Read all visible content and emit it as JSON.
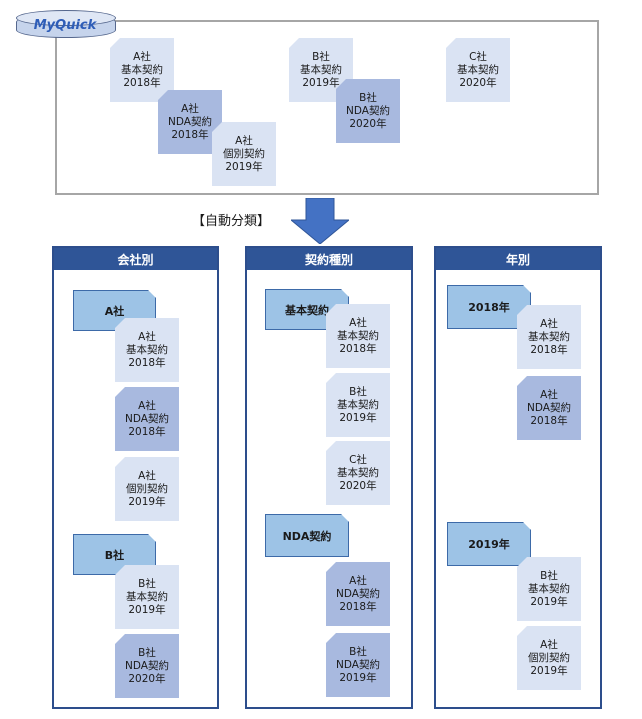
{
  "source": {
    "logo_text": "MyQuick",
    "documents": [
      {
        "lines": [
          "A社",
          "基本契約",
          "2018年"
        ],
        "tone": "light"
      },
      {
        "lines": [
          "A社",
          "NDA契約",
          "2018年"
        ],
        "tone": "dark"
      },
      {
        "lines": [
          "A社",
          "個別契約",
          "2019年"
        ],
        "tone": "light"
      },
      {
        "lines": [
          "B社",
          "基本契約",
          "2019年"
        ],
        "tone": "light"
      },
      {
        "lines": [
          "B社",
          "NDA契約",
          "2020年"
        ],
        "tone": "dark"
      },
      {
        "lines": [
          "C社",
          "基本契約",
          "2020年"
        ],
        "tone": "light"
      }
    ]
  },
  "arrow": {
    "label": "【自動分類】"
  },
  "panels": [
    {
      "title": "会社別",
      "groups": [
        {
          "folder": "A社",
          "documents": [
            {
              "lines": [
                "A社",
                "基本契約",
                "2018年"
              ],
              "tone": "light"
            },
            {
              "lines": [
                "A社",
                "NDA契約",
                "2018年"
              ],
              "tone": "dark"
            },
            {
              "lines": [
                "A社",
                "個別契約",
                "2019年"
              ],
              "tone": "light"
            }
          ]
        },
        {
          "folder": "B社",
          "documents": [
            {
              "lines": [
                "B社",
                "基本契約",
                "2019年"
              ],
              "tone": "light"
            },
            {
              "lines": [
                "B社",
                "NDA契約",
                "2020年"
              ],
              "tone": "dark"
            }
          ]
        }
      ]
    },
    {
      "title": "契約種別",
      "groups": [
        {
          "folder": "基本契約",
          "documents": [
            {
              "lines": [
                "A社",
                "基本契約",
                "2018年"
              ],
              "tone": "light"
            },
            {
              "lines": [
                "B社",
                "基本契約",
                "2019年"
              ],
              "tone": "light"
            },
            {
              "lines": [
                "C社",
                "基本契約",
                "2020年"
              ],
              "tone": "light"
            }
          ]
        },
        {
          "folder": "NDA契約",
          "documents": [
            {
              "lines": [
                "A社",
                "NDA契約",
                "2018年"
              ],
              "tone": "dark"
            },
            {
              "lines": [
                "B社",
                "NDA契約",
                "2019年"
              ],
              "tone": "dark"
            }
          ]
        }
      ]
    },
    {
      "title": "年別",
      "groups": [
        {
          "folder": "2018年",
          "documents": [
            {
              "lines": [
                "A社",
                "基本契約",
                "2018年"
              ],
              "tone": "light"
            },
            {
              "lines": [
                "A社",
                "NDA契約",
                "2018年"
              ],
              "tone": "dark"
            }
          ]
        },
        {
          "folder": "2019年",
          "documents": [
            {
              "lines": [
                "B社",
                "基本契約",
                "2019年"
              ],
              "tone": "light"
            },
            {
              "lines": [
                "A社",
                "個別契約",
                "2019年"
              ],
              "tone": "light"
            }
          ]
        }
      ]
    }
  ],
  "colors": {
    "panel_header": "#2f5597",
    "folder_fill": "#9dc3e6",
    "doc_light": "#dae3f3",
    "doc_dark": "#a8b9df",
    "arrow": "#4472c4"
  }
}
